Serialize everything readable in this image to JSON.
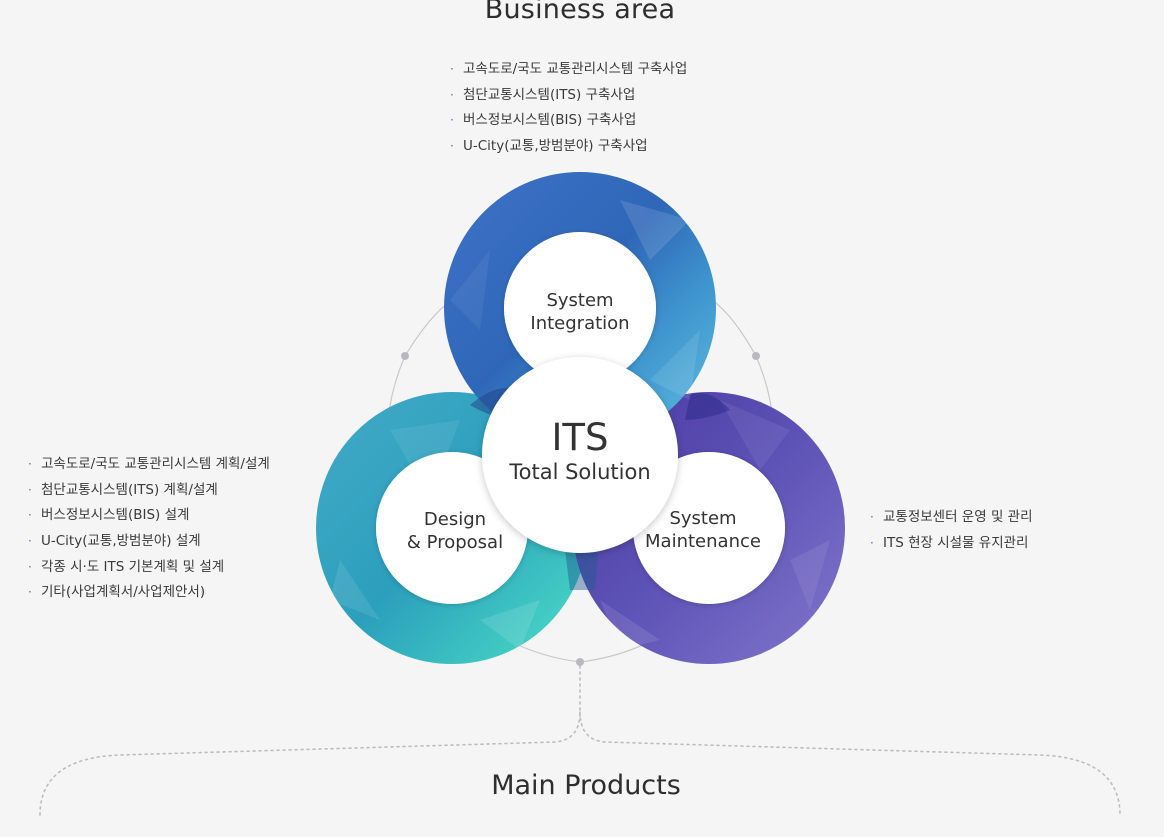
{
  "header": {
    "title": "Business area"
  },
  "footer": {
    "title": "Main Products"
  },
  "center": {
    "title": "ITS",
    "subtitle": "Total Solution"
  },
  "rings": {
    "system_integration": {
      "line1": "System",
      "line2": "Integration",
      "color": "#3a7cc4"
    },
    "design_proposal": {
      "line1": "Design",
      "line2": "& Proposal",
      "color": "#2fb3c0"
    },
    "system_maintenance": {
      "line1": "System",
      "line2": "Maintenance",
      "color": "#5a4fb0"
    }
  },
  "lists": {
    "integration": [
      "고속도로/국도 교통관리시스템 구축사업",
      "첨단교통시스템(ITS) 구축사업",
      "버스정보시스템(BIS) 구축사업",
      "U-City(교통,방범분야) 구축사업"
    ],
    "design": [
      "고속도로/국도 교통관리시스템 계획/설계",
      "첨단교통시스템(ITS) 계획/설계",
      "버스정보시스템(BIS) 설계",
      "U-City(교통,방범분야) 설계",
      "각종 시·도 ITS 기본계획 및 설계",
      "기타(사업계획서/사업제안서)"
    ],
    "maintenance": [
      "교통정보센터 운영 및 관리",
      "ITS 현장 시설물 유지관리"
    ]
  },
  "bullet": "·"
}
